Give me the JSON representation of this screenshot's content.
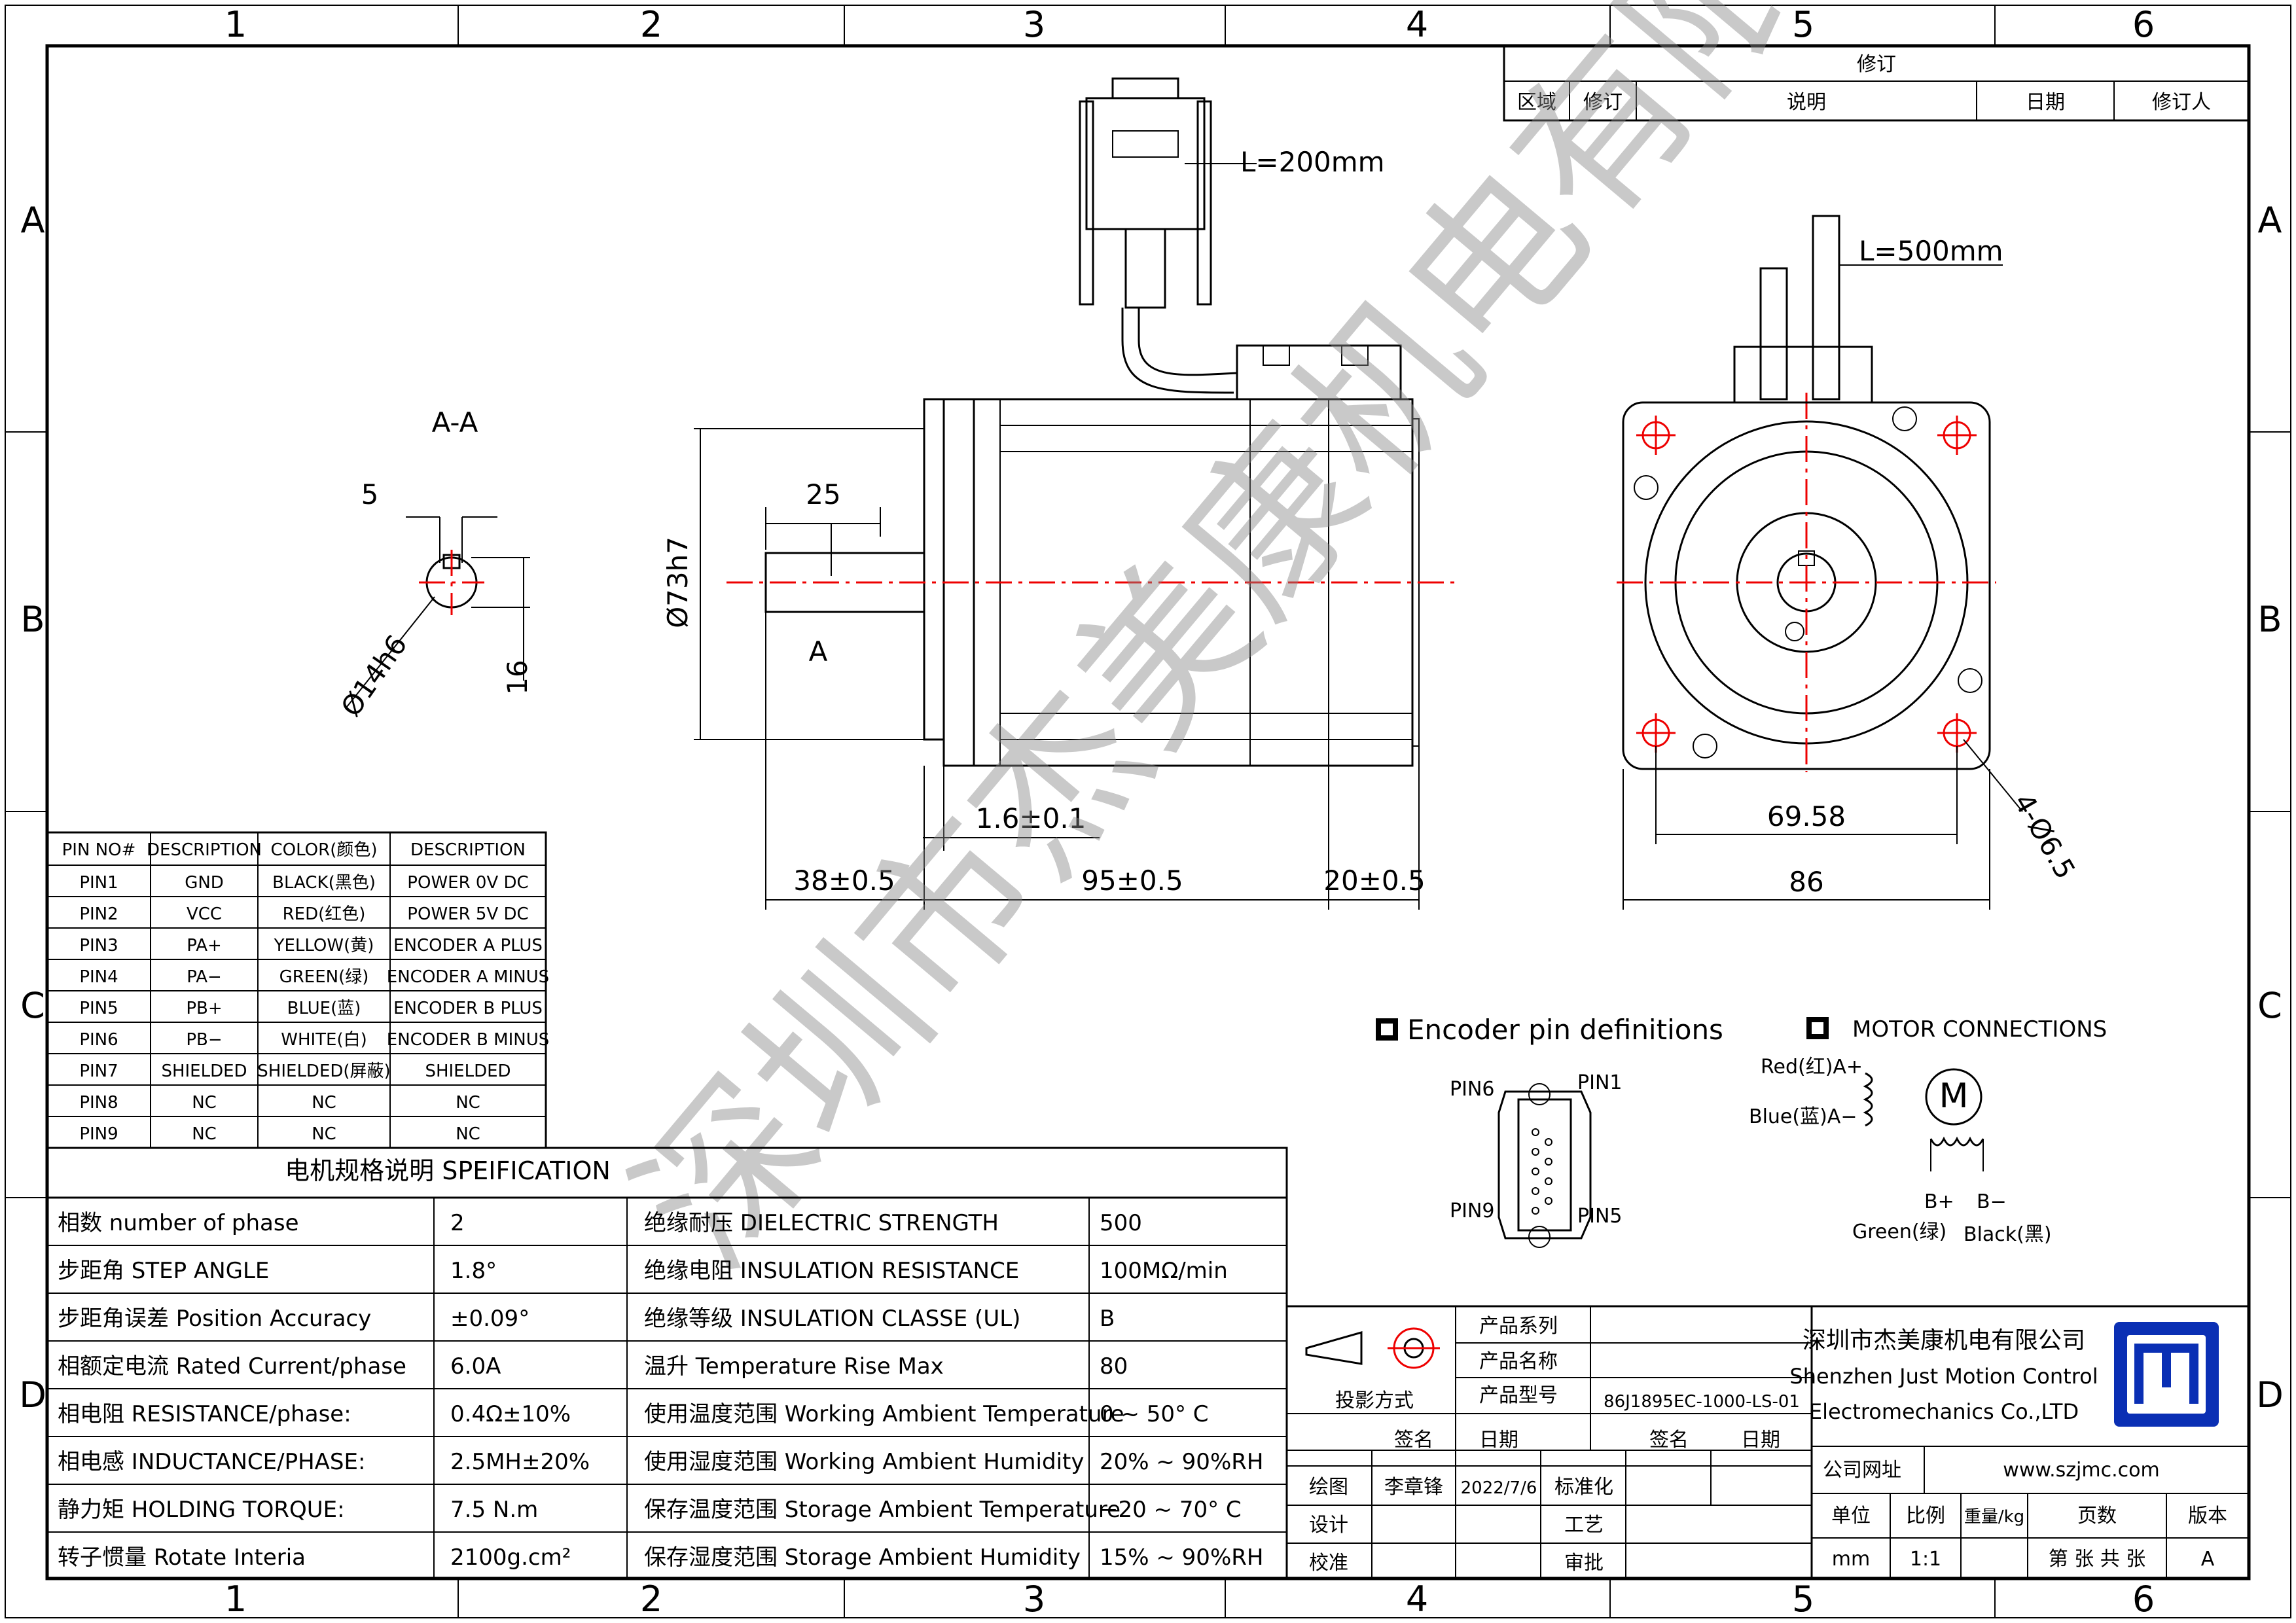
{
  "border": {
    "columns": [
      "1",
      "2",
      "3",
      "4",
      "5",
      "6"
    ],
    "rows": [
      "A",
      "B",
      "C",
      "D"
    ]
  },
  "revision": {
    "title": "修订",
    "headers": [
      "区域",
      "修订",
      "说明",
      "日期",
      "修订人"
    ]
  },
  "section_label": "A-A",
  "section_dims": {
    "key": "5",
    "height": "16",
    "dia": "Ø14h6"
  },
  "side_view": {
    "cable_enc": "L=200mm",
    "shaft_len": "25",
    "dia_body": "Ø73h7",
    "mark_a": "A",
    "gap": "1.6±0.1",
    "dim_38": "38±0.5",
    "dim_95": "95±0.5",
    "dim_20": "20±0.5"
  },
  "front_view": {
    "cable_motor": "L=500mm",
    "bolt_span": "69.58",
    "flange": "86",
    "holes": "4-Ø6.5"
  },
  "watermark": "深圳市杰美康机电有限公司",
  "pin_table": {
    "headers": [
      "PIN NO#",
      "DESCRIPTION",
      "COLOR(颜色)",
      "DESCRIPTION"
    ],
    "rows": [
      [
        "PIN1",
        "GND",
        "BLACK(黑色)",
        "POWER 0V DC"
      ],
      [
        "PIN2",
        "VCC",
        "RED(红色)",
        "POWER 5V DC"
      ],
      [
        "PIN3",
        "PA+",
        "YELLOW(黄)",
        "ENCODER A PLUS"
      ],
      [
        "PIN4",
        "PA−",
        "GREEN(绿)",
        "ENCODER A MINUS"
      ],
      [
        "PIN5",
        "PB+",
        "BLUE(蓝)",
        "ENCODER B PLUS"
      ],
      [
        "PIN6",
        "PB−",
        "WHITE(白)",
        "ENCODER B MINUS"
      ],
      [
        "PIN7",
        "SHIELDED",
        "SHIELDED(屏蔽)",
        "SHIELDED"
      ],
      [
        "PIN8",
        "NC",
        "NC",
        "NC"
      ],
      [
        "PIN9",
        "NC",
        "NC",
        "NC"
      ]
    ]
  },
  "spec": {
    "title": "电机规格说明 SPEIFICATION",
    "rows": [
      [
        "相数 number of phase",
        "2",
        "绝缘耐压 DIELECTRIC STRENGTH",
        "500"
      ],
      [
        "步距角 STEP ANGLE",
        "1.8°",
        "绝缘电阻 INSULATION RESISTANCE",
        "100MΩ/min"
      ],
      [
        "步距角误差 Position Accuracy",
        "±0.09°",
        "绝缘等级 INSULATION CLASSE (UL)",
        "B"
      ],
      [
        "相额定电流 Rated Current/phase",
        "6.0A",
        "温升 Temperature Rise Max",
        "80"
      ],
      [
        "相电阻 RESISTANCE/phase:",
        "0.4Ω±10%",
        "使用温度范围 Working Ambient Temperature",
        "0 ~ 50° C"
      ],
      [
        "相电感 INDUCTANCE/PHASE:",
        "2.5MH±20%",
        "使用湿度范围 Working Ambient Humidity",
        "20% ~ 90%RH"
      ],
      [
        "静力矩 HOLDING TORQUE:",
        "7.5 N.m",
        "保存温度范围 Storage Ambient Temperature",
        "−20 ~ 70° C"
      ],
      [
        "转子惯量 Rotate Interia",
        "2100g.cm²",
        "保存湿度范围 Storage Ambient Humidity",
        "15% ~ 90%RH"
      ]
    ]
  },
  "encoder_def": {
    "title": "Encoder pin definitions",
    "pin6": "PIN6",
    "pin1": "PIN1",
    "pin9": "PIN9",
    "pin5": "PIN5"
  },
  "motor_conn": {
    "title": "MOTOR CONNECTIONS",
    "red": "Red(红)A+",
    "blue": "Blue(蓝)A−",
    "motor": "M",
    "bplus": "B+",
    "bminus": "B−",
    "green": "Green(绿)",
    "black": "Black(黑)"
  },
  "title_block": {
    "product_series": "产品系列",
    "projection": "投影方式",
    "product_name": "产品名称",
    "product_model": "产品型号",
    "model_value": "86J1895EC-1000-LS-01",
    "sign": "签名",
    "date": "日期",
    "sign2": "签名",
    "date2": "日期",
    "draw": "绘图",
    "drawer": "李章锋",
    "draw_date": "2022/7/6",
    "standard": "标准化",
    "design": "设计",
    "process": "工艺",
    "check": "校准",
    "approve": "审批",
    "company_cn": "深圳市杰美康机电有限公司",
    "company_en1": "Shenzhen Just Motion Control",
    "company_en2": "Electromechanics Co.,LTD",
    "website_label": "公司网址",
    "website": "www.szjmc.com",
    "unit": "单位",
    "scale": "比例",
    "weight": "重量/kg",
    "pages": "页数",
    "version": "版本",
    "unit_val": "mm",
    "scale_val": "1:1",
    "pages_val": "第 张 共 张",
    "version_val": "A"
  }
}
